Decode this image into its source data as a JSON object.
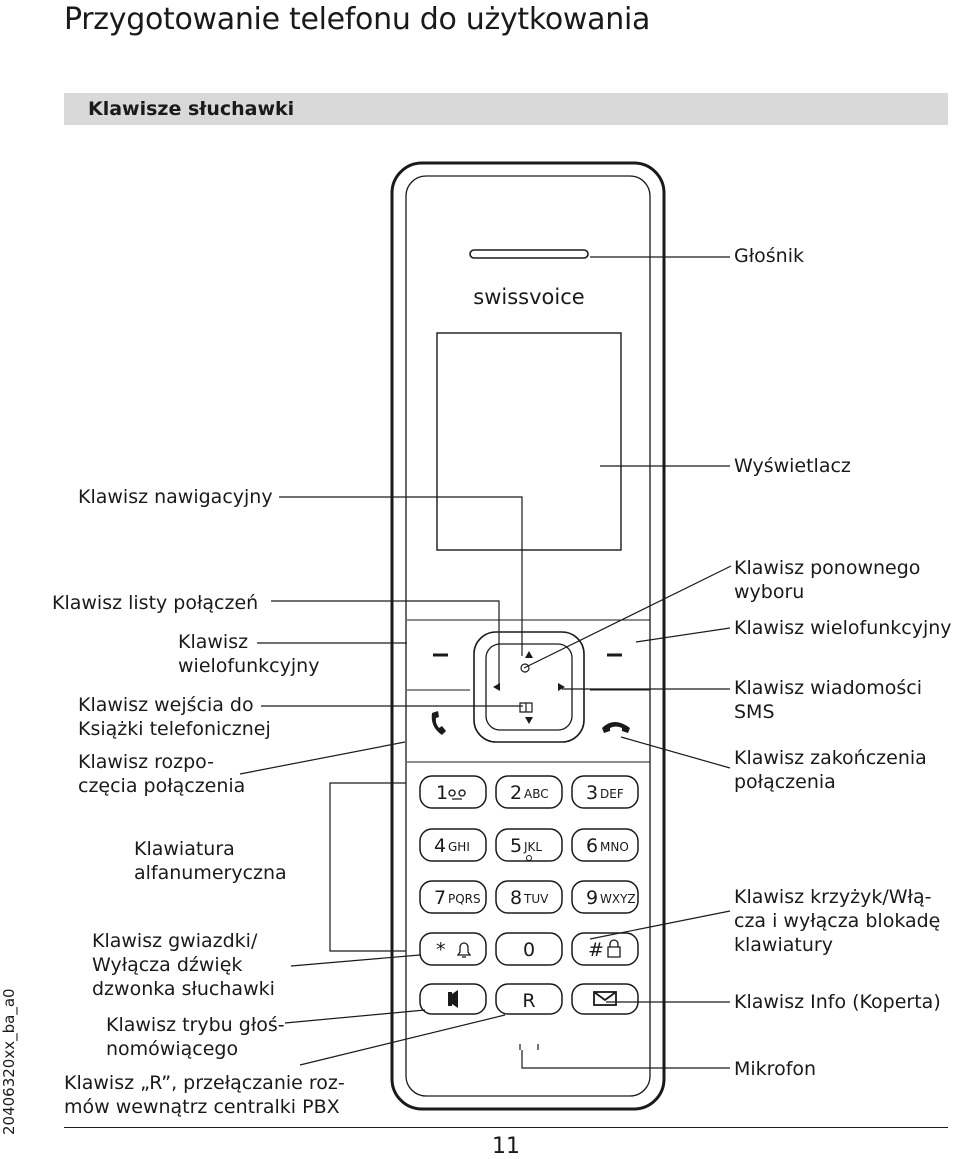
{
  "page": {
    "title": "Przygotowanie telefonu do użytkowania",
    "section": "Klawisze słuchawki",
    "page_number": "11",
    "side_code": "20406320xx_ba_a0"
  },
  "phone": {
    "brand": "swissvoice",
    "keys": [
      {
        "digit": "1",
        "letters": "",
        "extra": "voicemail-icon"
      },
      {
        "digit": "2",
        "letters": "ABC"
      },
      {
        "digit": "3",
        "letters": "DEF"
      },
      {
        "digit": "4",
        "letters": "GHI"
      },
      {
        "digit": "5",
        "letters": "JKL"
      },
      {
        "digit": "6",
        "letters": "MNO"
      },
      {
        "digit": "7",
        "letters": "PQRS"
      },
      {
        "digit": "8",
        "letters": "TUV"
      },
      {
        "digit": "9",
        "letters": "WXYZ"
      },
      {
        "digit": "*",
        "letters": "",
        "extra": "bell-icon"
      },
      {
        "digit": "0",
        "letters": ""
      },
      {
        "digit": "#",
        "letters": "",
        "extra": "lock-icon"
      }
    ],
    "r_key": "R"
  },
  "labels": {
    "left": {
      "nav": "Klawisz nawigacyjny",
      "call_list": "Klawisz listy połączeń",
      "multi_1": "Klawisz",
      "multi_2": "wielofunkcyjny",
      "phonebook_1": "Klawisz wejścia do",
      "phonebook_2": "Książki telefonicznej",
      "call_start_1": "Klawisz rozpo-",
      "call_start_2": "częcia połączenia",
      "keypad_1": "Klawiatura",
      "keypad_2": "alfanumeryczna",
      "star_1": "Klawisz gwiazdki/",
      "star_2": "Wyłącza dźwięk",
      "star_3": "dzwonka słuchawki",
      "speaker_1": "Klawisz trybu głoś-",
      "speaker_2": "nomówiącego",
      "r_1": "Klawisz „R”, przełączanie roz-",
      "r_2": "mów wewnątrz centralki PBX"
    },
    "right": {
      "speaker": "Głośnik",
      "display": "Wyświetlacz",
      "redial_1": "Klawisz ponownego",
      "redial_2": "wyboru",
      "multi": "Klawisz wielofunkcyjny",
      "sms_1": "Klawisz wiadomości",
      "sms_2": "SMS",
      "end_1": "Klawisz zakończenia",
      "end_2": "połączenia",
      "hash_1": "Klawisz krzyżyk/Włą-",
      "hash_2": "cza i wyłącza blokadę",
      "hash_3": "klawiatury",
      "info": "Klawisz Info (Koperta)",
      "mic": "Mikrofon"
    }
  }
}
